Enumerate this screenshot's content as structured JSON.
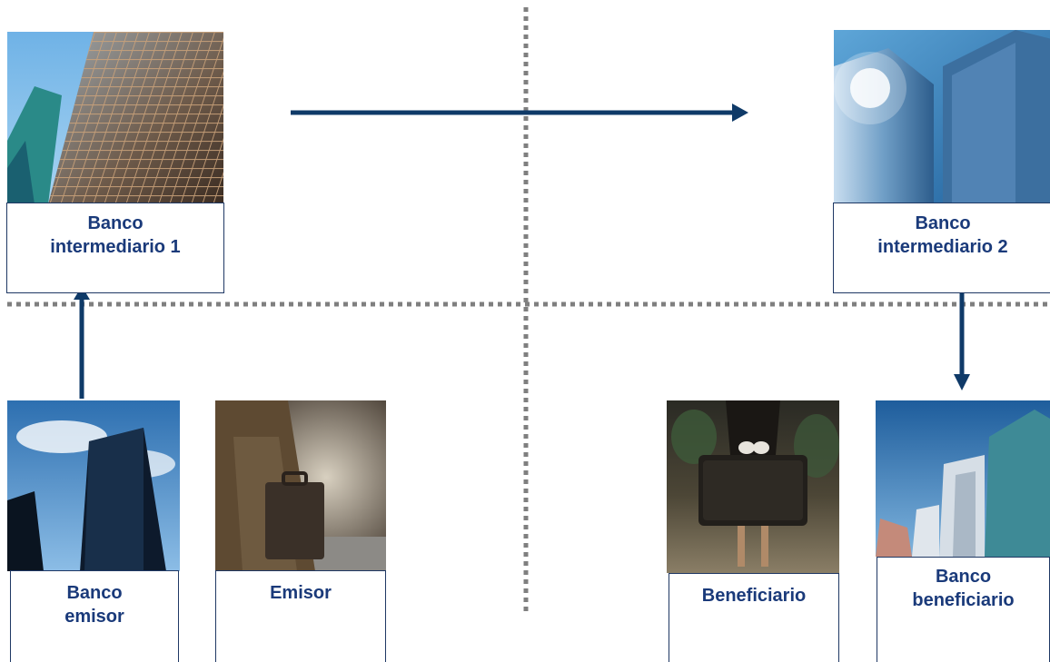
{
  "colors": {
    "label_text": "#1a3a7a",
    "label_border": "#1f3864",
    "arrow": "#0f3a68",
    "divider": "#7f7f7f",
    "background": "#ffffff"
  },
  "nodes": {
    "banco_intermediario_1": {
      "label": "Banco\nintermediario 1",
      "photo": "glass-skyscraper-photo"
    },
    "banco_intermediario_2": {
      "label": "Banco\nintermediario 2",
      "photo": "twin-towers-photo"
    },
    "banco_emisor": {
      "label": "Banco\nemisor",
      "photo": "office-tower-sky-photo"
    },
    "emisor": {
      "label": "Emisor",
      "photo": "businessman-briefcase-photo"
    },
    "beneficiario": {
      "label": "Beneficiario",
      "photo": "woman-briefcase-photo"
    },
    "banco_beneficiario": {
      "label": "Banco\nbeneficiario",
      "photo": "city-skyline-photo"
    }
  },
  "arrows": [
    {
      "from": "Banco emisor",
      "to": "Banco intermediario 1"
    },
    {
      "from": "Banco intermediario 1",
      "to": "Banco intermediario 2"
    },
    {
      "from": "Banco intermediario 2",
      "to": "Banco beneficiario"
    }
  ]
}
